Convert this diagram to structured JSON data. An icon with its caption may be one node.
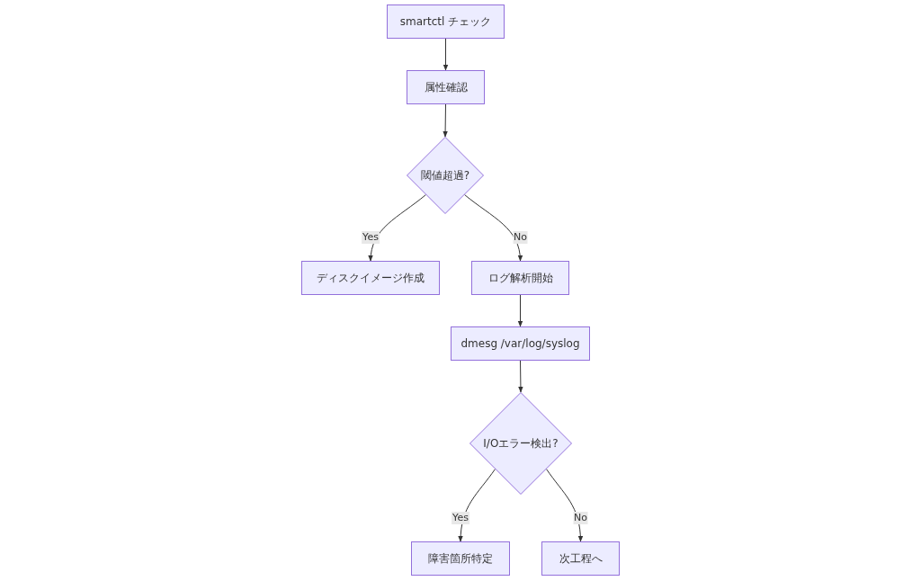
{
  "diagram": {
    "nodes": [
      {
        "text": [
          "smartctl チェック"
        ]
      },
      {
        "text": [
          "属性確認"
        ]
      },
      {
        "text": [
          "閾値超過?"
        ]
      },
      {
        "text": [
          "ディスクイメージ作成"
        ]
      },
      {
        "text": [
          "ログ解析開始"
        ]
      },
      {
        "text": [
          "dmesg /var/log/syslog"
        ]
      },
      {
        "text": [
          "I/Oエラー検出?"
        ]
      },
      {
        "text": [
          "障害箇所特定"
        ]
      },
      {
        "text": [
          "次工程へ"
        ]
      }
    ],
    "edges": [
      {
        "from": 0,
        "to": 1,
        "arrow": "to"
      },
      {
        "from": 1,
        "to": 2,
        "arrow": "to"
      },
      {
        "from": 2,
        "to": 3,
        "arrow": "to",
        "label": "Yes"
      },
      {
        "from": 2,
        "to": 4,
        "arrow": "to",
        "label": "No"
      },
      {
        "from": 4,
        "to": 5,
        "arrow": "to"
      },
      {
        "from": 5,
        "to": 6,
        "arrow": "to"
      },
      {
        "from": 6,
        "to": 7,
        "arrow": "to",
        "label": "Yes"
      },
      {
        "from": 6,
        "to": 8,
        "arrow": "to",
        "label": "No"
      }
    ]
  }
}
